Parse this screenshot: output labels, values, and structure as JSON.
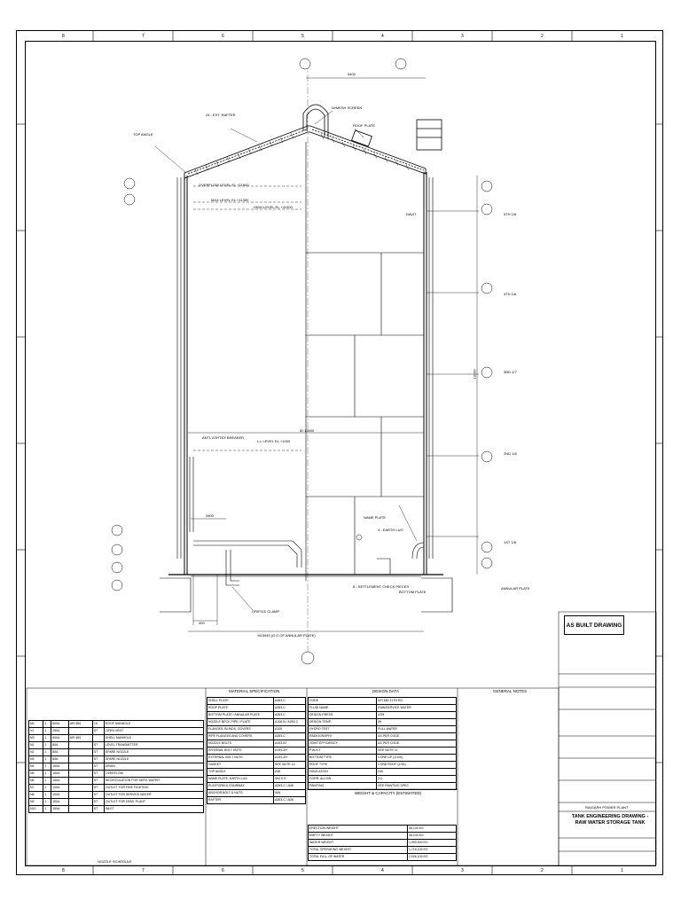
{
  "drawing": {
    "as_built_label": "AS BUILT DRAWING",
    "title_line1": "TANK ENGINEERING DRAWING -",
    "title_line2": "RAW WATER STORAGE TANK",
    "project": "RAIGARH POWER PLANT",
    "dimension_top": "5400",
    "dimension_id": "ID 13900",
    "dimension_base": "%15940 (O.D OF ANNULAR PLATE)",
    "dimension_left": "2800",
    "dimension_bottom_left": "400",
    "dimension_vertical": "13100",
    "labels": {
      "top_angle": "TOP ANGLE",
      "rafter": "24 - EXT. RAFTER",
      "mesh_screen": "W/MESH SCREEN",
      "roof_plate": "ROOF PLATE",
      "overflow_level": "OVERFLOW LEVEL EL.+11900",
      "max_level": "MAX LEVEL EL.+11300",
      "high_level": "HIGH LEVEL EL.+11000",
      "anti_vortex": "ANTI-VORTEX BREAKER",
      "low_level": "L.L LEVEL EL.+1000",
      "name_plate": "NAME PLATE",
      "earth_lug": "4 - EARTH LUG",
      "bottom_plate": "BOTTOM PLATE",
      "annular_plate": "ANNULAR PLATE",
      "settlement": "8 - SETTLEMENT CHECK PIECES",
      "davit": "DAVIT",
      "dished_clamp": "ORIFICE CLAMP"
    },
    "courses": [
      "5TH 1/6",
      "4TH 1/6",
      "3RD 1/7",
      "2ND 1/8",
      "1ST 1/8"
    ]
  },
  "tables": {
    "nozzle_schedule_title": "NOZZLE SCHEDULE",
    "material_spec_title": "MATERIAL SPECIFICATION",
    "design_data_title": "DESIGN DATA",
    "general_notes_title": "GENERAL NOTES",
    "weight_title": "WEIGHT & CAPACITY (ESTIMATED)",
    "nozzles": [
      [
        "M1",
        "1",
        "600A",
        "API 650",
        "15",
        "ROOF MANHOLE"
      ],
      [
        "V1",
        "1",
        "250A",
        "",
        "ST",
        "OPEN VENT"
      ],
      [
        "M2",
        "1",
        "600A",
        "API 650",
        "",
        "SHELL MANHOLE"
      ],
      [
        "N1",
        "1",
        "80A",
        "",
        "ST",
        "LEVEL TRANSMITTER"
      ],
      [
        "N2",
        "1",
        "80A",
        "",
        "ST",
        "SPARE NOZZLE"
      ],
      [
        "N3",
        "1",
        "80A",
        "",
        "ST",
        "SPARE NOZZLE"
      ],
      [
        "N4",
        "1",
        "150A",
        "",
        "ST",
        "DRAIN"
      ],
      [
        "N5",
        "1",
        "150A",
        "",
        "ST",
        "OVERFLOW"
      ],
      [
        "N6",
        "1",
        "150A",
        "",
        "ST",
        "RECIRCULATION FOR SERV. WATER"
      ],
      [
        "N7",
        "1",
        "100A",
        "",
        "ST",
        "OUTLET FOR FIRE FIGHTING"
      ],
      [
        "N8",
        "1",
        "100A",
        "",
        "ST",
        "OUTLET FOR SERVICE WATER"
      ],
      [
        "N9",
        "1",
        "150A",
        "",
        "ST",
        "OUTLET FOR DEMI. PLANT"
      ],
      [
        "N10",
        "1",
        "150A",
        "",
        "ST",
        "INLET"
      ]
    ],
    "material": [
      [
        "SHELL PLATE",
        "A283-C"
      ],
      [
        "ROOF PLATE",
        "A283-C"
      ],
      [
        "BOTTOM PLATE / ANNULAR PLATE",
        "A283-C"
      ],
      [
        "NOZZLE NECK PIPE / PLATE",
        "A106-B / A283-C"
      ],
      [
        "FLANGES, BLINDS, COVERS",
        "A105"
      ],
      [
        "PIPE FLANGES AND COVERS",
        "A283-C"
      ],
      [
        "NOZZLE BOLTS",
        "A193-B7"
      ],
      [
        "INTERNAL BOLT NUTS",
        "A194-2H"
      ],
      [
        "EXTERNAL BOLT NUTS",
        "A194-2H"
      ],
      [
        "GASKET",
        "SEE NOTE 12"
      ],
      [
        "TOP ANGLE",
        "A36"
      ],
      [
        "NAME PLATE, EARTH LUG",
        "304 S.S"
      ],
      [
        "PLATFORM & STAIRWAY",
        "A283-C / A36"
      ],
      [
        "ANCHOR BOLT & NUTS",
        "N/A"
      ],
      [
        "RAFTER",
        "A283-C / A36"
      ]
    ],
    "design": [
      [
        "CODE",
        "API 650 11TH ED."
      ],
      [
        "FLUID NAME",
        "RAW/SERVICE WATER"
      ],
      [
        "DESIGN PRESS.",
        "ATM."
      ],
      [
        "DESIGN TEMP.",
        "65"
      ],
      [
        "HYDRO TEST",
        "FULL WATER"
      ],
      [
        "RADIOGRAPHY",
        "AS PER CODE"
      ],
      [
        "JOINT EFFICIENCY",
        "AS PER CODE"
      ],
      [
        "P.W.H.T",
        "SEE NOTE 11"
      ],
      [
        "BOTTOM TYPE",
        "CONE UP (1/100)"
      ],
      [
        "ROOF TYPE",
        "CONE ROOF (1/16)"
      ],
      [
        "INSULATION",
        "N/A"
      ],
      [
        "CORR. ALLOW.",
        "3.0"
      ],
      [
        "PAINTING",
        "SEE PAINTING SPEC."
      ]
    ],
    "weights": [
      [
        "ERECTION WEIGHT",
        "36,100 KG"
      ],
      [
        "EMPTY WEIGHT",
        "36,100 KG"
      ],
      [
        "WATER WEIGHT",
        "1,990,000 KG"
      ],
      [
        "TOTAL OPERATING WEIGHT",
        "1,719,100 KG"
      ],
      [
        "TOTAL FULL OF WATER",
        "2,026,100 KG"
      ]
    ]
  }
}
